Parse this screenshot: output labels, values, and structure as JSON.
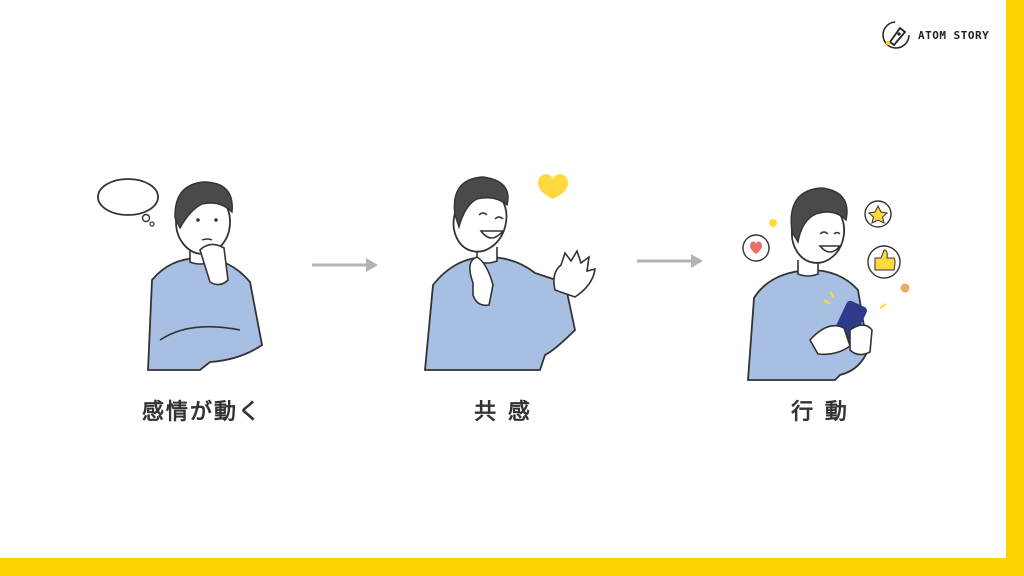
{
  "brand": {
    "name": "ATOM STORY",
    "logo_icon": "pen-nib-icon"
  },
  "colors": {
    "frame": "#FFD200",
    "shirt": "#A7BFE3",
    "hair": "#4A4A4A",
    "skin": "#FFFFFF",
    "line": "#333333",
    "heart": "#FFD93D",
    "phone": "#2E3A8C",
    "arrow": "#B3B3B3"
  },
  "steps": [
    {
      "label": "感情が動く",
      "figure": "thinking-man"
    },
    {
      "label": "共 感",
      "figure": "laughing-man"
    },
    {
      "label": "行 動",
      "figure": "man-with-phone"
    }
  ],
  "connectors": [
    {
      "from": 0,
      "to": 1,
      "icon": "arrow-right-icon"
    },
    {
      "from": 1,
      "to": 2,
      "icon": "arrow-right-icon"
    }
  ]
}
